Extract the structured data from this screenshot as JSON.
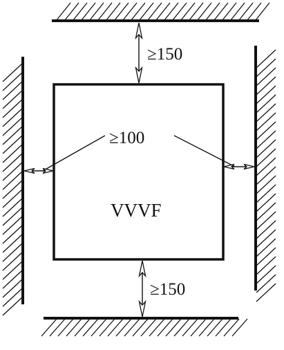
{
  "diagram": {
    "device_label": "VVVF",
    "top_clearance": "≥150",
    "side_clearance": "≥100",
    "bottom_clearance": "≥150"
  },
  "colors": {
    "line": "#111111",
    "background": "#ffffff"
  }
}
